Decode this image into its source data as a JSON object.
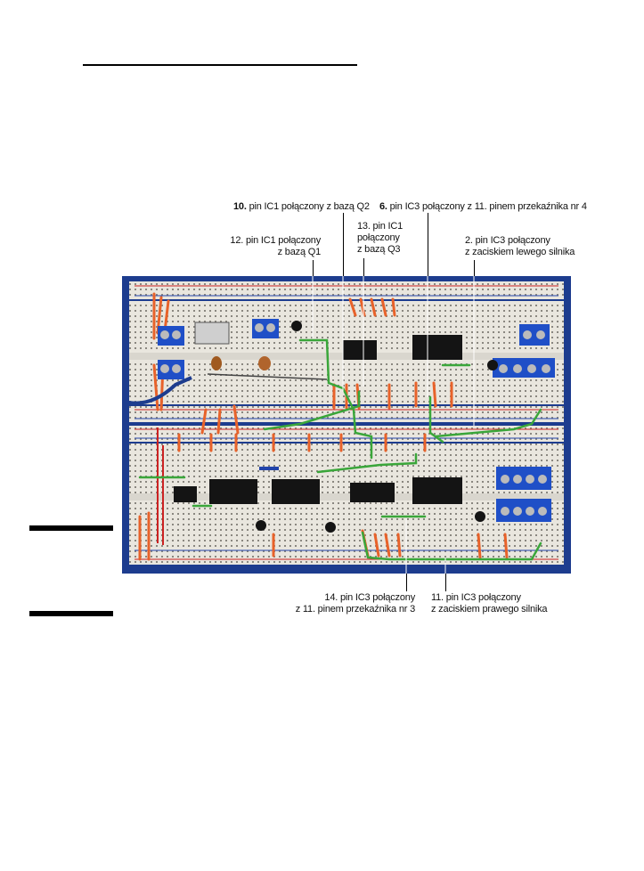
{
  "labels": {
    "l10": {
      "lead": "10.",
      "text": "pin IC1 połączony z bazą Q2"
    },
    "l6": {
      "lead": "6.",
      "text": "pin IC3 połączony z 11. pinem przekaźnika nr 4"
    },
    "l13": {
      "line1": "13. pin IC1",
      "line2": "połączony",
      "line3": "z bazą Q3"
    },
    "l12": {
      "line1": "12. pin IC1 połączony",
      "line2": "z bazą Q1"
    },
    "l2": {
      "line1": "2. pin IC3 połączony",
      "line2": "z zaciskiem lewego silnika"
    },
    "l14": {
      "line1": "14. pin IC3 połączony",
      "line2": "z 11. pinem przekaźnika nr 3"
    },
    "l11": {
      "line1": "11. pin IC3 połączony",
      "line2": "z zaciskiem prawego silnika"
    }
  },
  "colors": {
    "board_bg": "#1d3c8e",
    "breadboard": "#e9e6de",
    "wire_orange": "#e8622a",
    "wire_green": "#3aa63a",
    "rail_red": "#cc2222",
    "rail_blue": "#2244aa",
    "terminal_blue": "#1f4fc7",
    "chip": "#141414"
  }
}
